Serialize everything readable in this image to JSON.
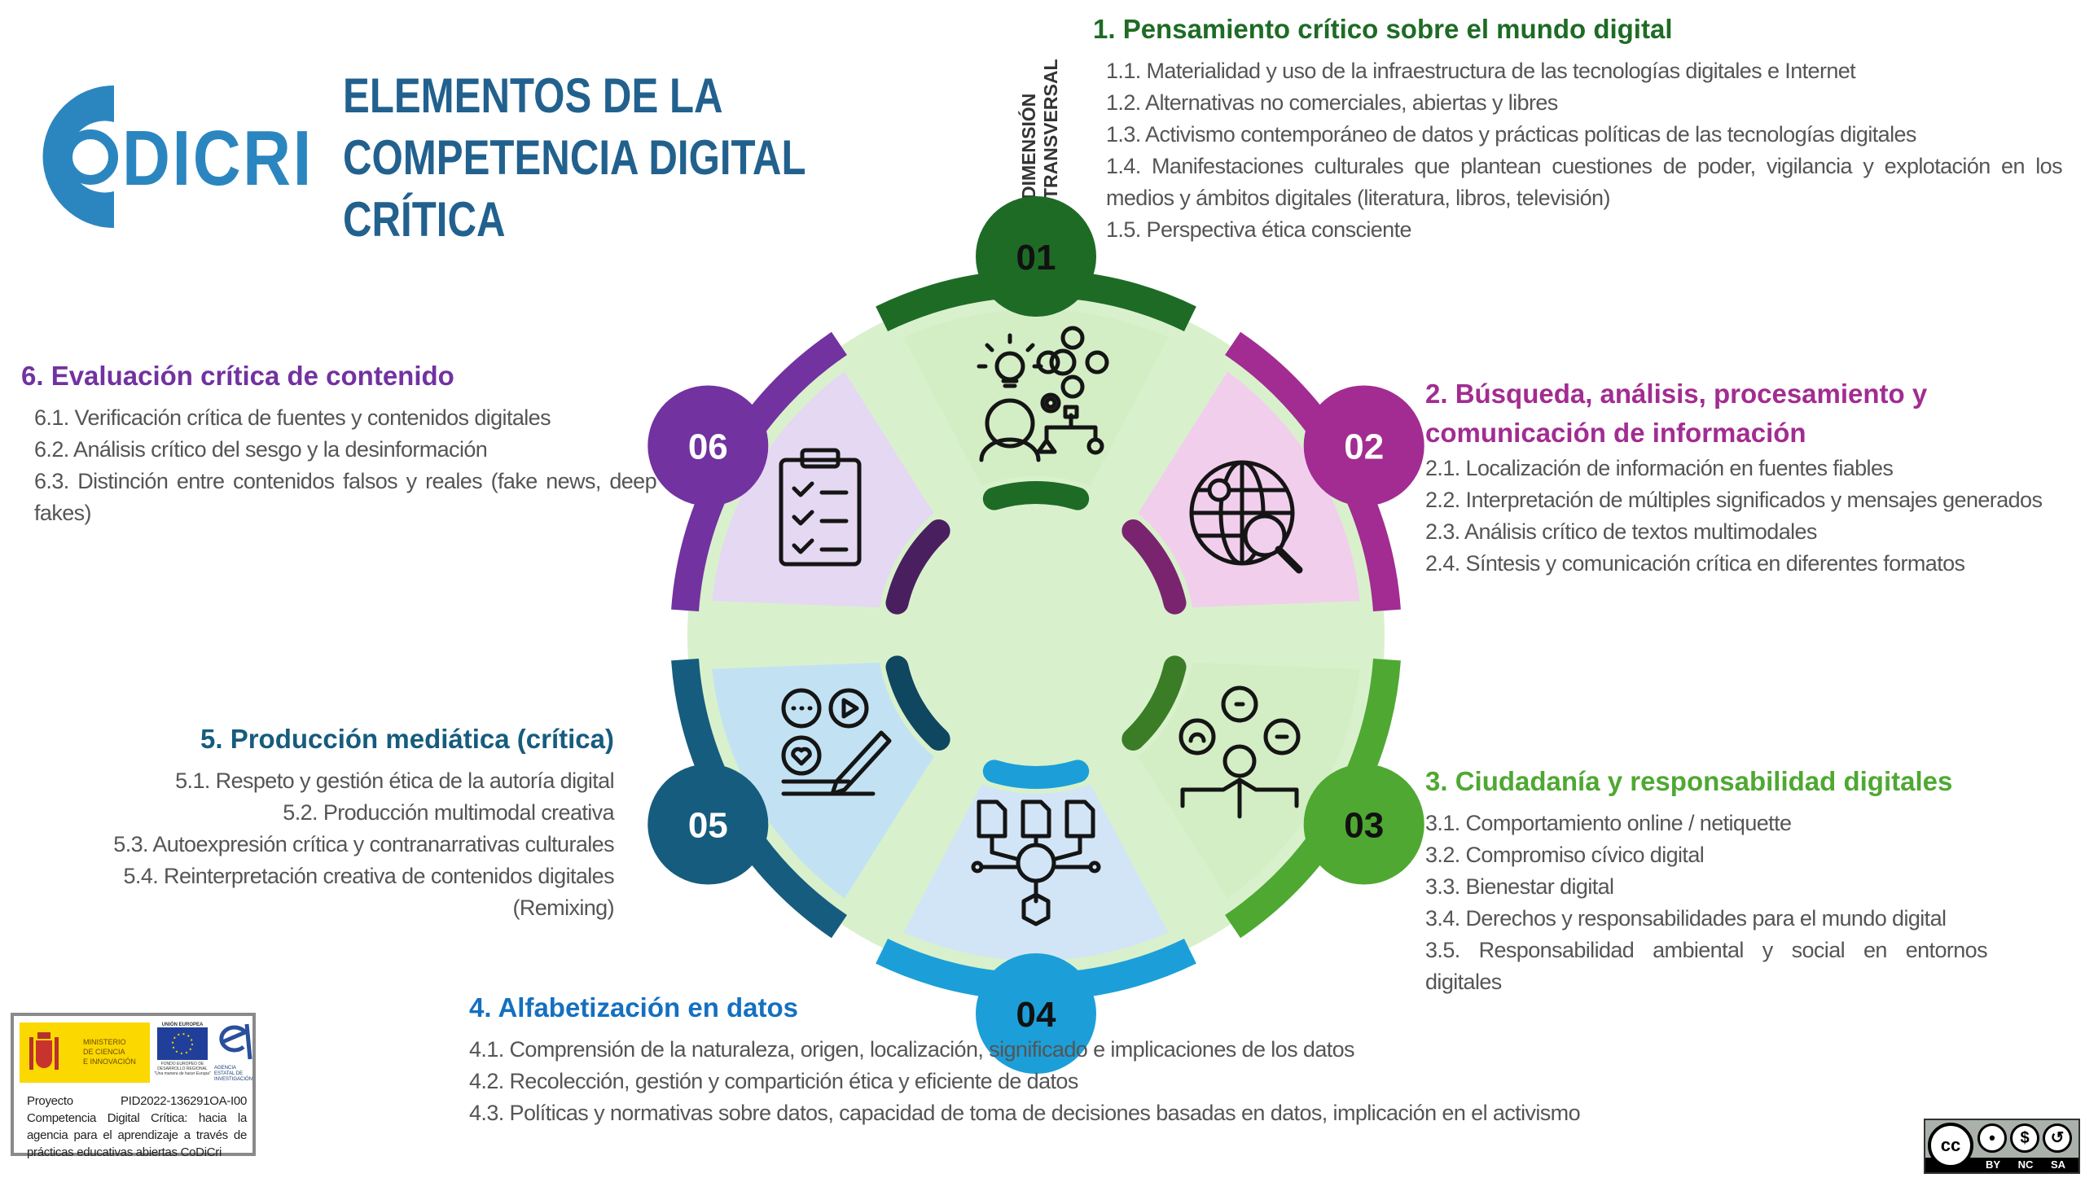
{
  "logo": {
    "text": "DICRI"
  },
  "title": {
    "lines": [
      "ELEMENTOS DE LA",
      "COMPETENCIA DIGITAL",
      "CRÍTICA"
    ]
  },
  "transversal": {
    "line1": "DIMENSIÓN",
    "line2": "TRANSVERSAL"
  },
  "sections": [
    {
      "number": "01",
      "color": "#1e6b25",
      "number_color": "#111111",
      "heading_lines": [
        "1. Pensamiento crítico sobre el mundo digital"
      ],
      "items": [
        "1.1. Materialidad y uso de la infraestructura de las tecnologías digitales e Internet",
        "1.2. Alternativas no comerciales, abiertas y libres",
        "1.3. Activismo contemporáneo de datos y prácticas políticas de las tecnologías digitales",
        "1.4. Manifestaciones culturales que plantean cuestiones de poder, vigilancia y explotación en los medios y ámbitos digitales (literatura, libros, televisión)",
        "1.5. Perspectiva ética consciente"
      ]
    },
    {
      "number": "02",
      "color": "#a22c91",
      "number_color": "#ffffff",
      "heading_lines": [
        "2. Búsqueda, análisis, procesamiento y",
        "comunicación de información"
      ],
      "items": [
        "2.1. Localización de información en fuentes fiables",
        "2.2. Interpretación de múltiples significados y mensajes generados",
        "2.3. Análisis crítico de textos multimodales",
        "2.4. Síntesis y comunicación crítica en diferentes formatos"
      ]
    },
    {
      "number": "03",
      "color": "#4fa832",
      "number_color": "#111111",
      "heading_lines": [
        "3. Ciudadanía y responsabilidad digitales"
      ],
      "items": [
        "3.1. Comportamiento online / netiquette",
        "3.2. Compromiso cívico digital",
        "3.3. Bienestar digital",
        "3.4. Derechos y responsabilidades para el mundo digital",
        "3.5. Responsabilidad ambiental y social en entornos digitales"
      ]
    },
    {
      "number": "04",
      "color": "#1c9fd8",
      "number_color": "#111111",
      "heading_color": "#1470c0",
      "heading_lines": [
        "4. Alfabetización en datos"
      ],
      "items": [
        "4.1. Comprensión de la naturaleza, origen, localización, significado e implicaciones de los datos",
        "4.2. Recolección, gestión y compartición ética y eficiente de datos",
        "4.3. Políticas y normativas sobre datos, capacidad de toma de decisiones basadas en datos, implicación en el activismo"
      ]
    },
    {
      "number": "05",
      "color": "#165c7e",
      "number_color": "#ffffff",
      "heading_lines": [
        "5. Producción mediática (crítica)"
      ],
      "items": [
        "5.1. Respeto y gestión ética de la autoría digital",
        "5.2. Producción multimodal creativa",
        "5.3. Autoexpresión crítica y contranarrativas culturales",
        "5.4. Reinterpretación creativa de contenidos digitales (Remixing)"
      ]
    },
    {
      "number": "06",
      "color": "#7232a0",
      "number_color": "#ffffff",
      "heading_lines": [
        "6. Evaluación crítica de contenido"
      ],
      "items": [
        "6.1. Verificación crítica de fuentes y contenidos digitales",
        "6.2. Análisis crítico del sesgo y la desinformación",
        "6.3. Distinción entre contenidos falsos y reales (fake news, deep fakes)"
      ]
    }
  ],
  "funding": {
    "ministry": [
      "MINISTERIO",
      "DE CIENCIA",
      "E INNOVACIÓN"
    ],
    "eu_top": "UNIÓN EUROPEA",
    "eu_fund": [
      "FONDO EUROPEO DE",
      "DESARROLLO REGIONAL"
    ],
    "eu_motto": "\"Una manera de hacer Europa\"",
    "agency": [
      "AGENCIA",
      "ESTATAL DE",
      "INVESTIGACIÓN"
    ],
    "project_label": "Proyecto",
    "project_code": "PID2022-136291OA-I00",
    "description_lines": [
      "Competencia Digital Crítica: hacia la",
      "agencia para el aprendizaje a través de",
      "prácticas educativas abiertas CoDiCri"
    ]
  },
  "license": {
    "logo": "cc",
    "labels": [
      "BY",
      "NC",
      "SA"
    ]
  }
}
